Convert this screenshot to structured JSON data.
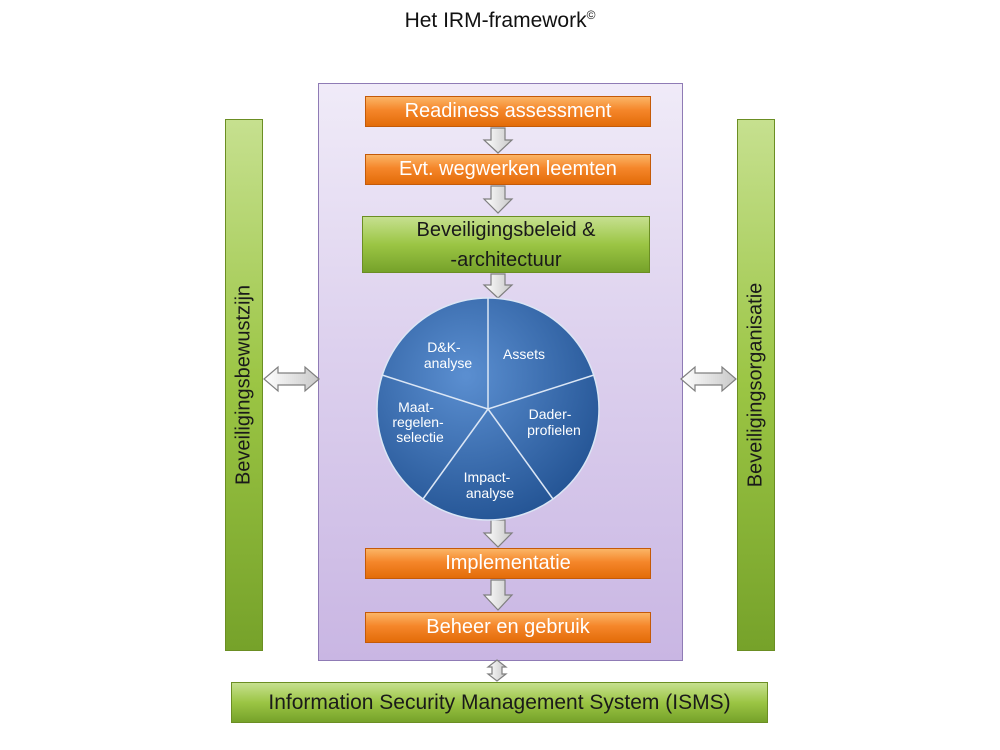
{
  "title": "Het IRM-framework",
  "title_mark": "©",
  "steps": {
    "readiness": "Readiness assessment",
    "leemten": "Evt. wegwerken leemten",
    "beleid_line1": "Beveiligingsbeleid &",
    "beleid_line2": "-architectuur",
    "implementatie": "Implementatie",
    "beheer": "Beheer en gebruik"
  },
  "pillars": {
    "left": "Beveiligingsbewustzijn",
    "right": "Beveiligingsorganisatie"
  },
  "isms": "Information Security Management System (ISMS)",
  "cycle": {
    "assets": "Assets",
    "dader_1": "Dader-",
    "dader_2": "profielen",
    "impact_1": "Impact-",
    "impact_2": "analyse",
    "maat_1": "Maat-",
    "maat_2": "regelen-",
    "maat_3": "selectie",
    "dk_1": "D&K-",
    "dk_2": "analyse"
  },
  "colors": {
    "orange": "#e36c09",
    "green": "#9bc544",
    "purple_panel": "#c9b6e3",
    "pie_blue": "#2e63a8"
  }
}
